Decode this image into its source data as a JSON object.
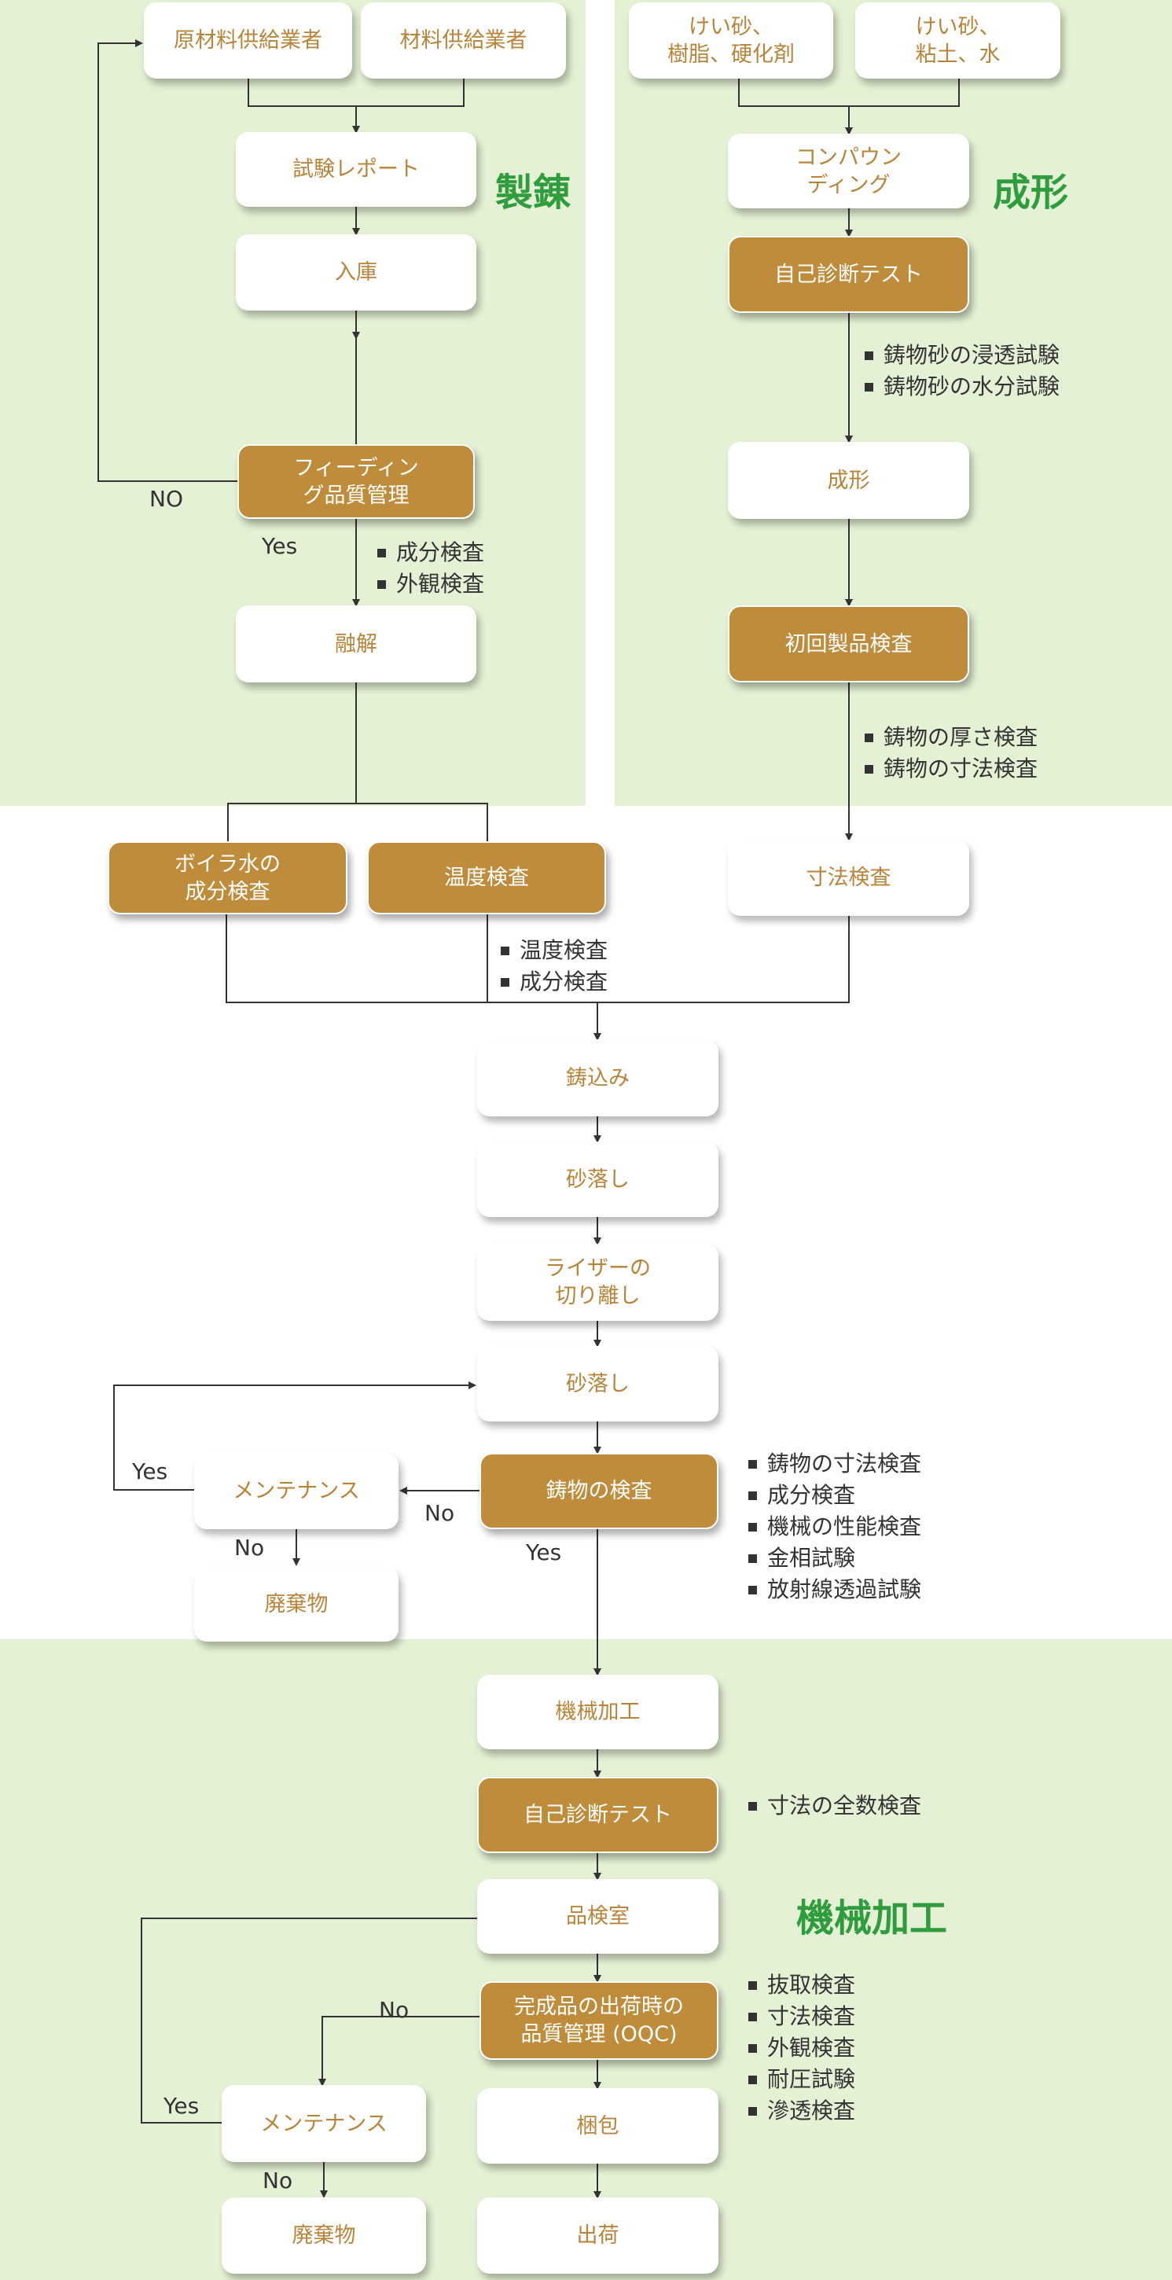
{
  "sections": {
    "melting": "製錬",
    "molding": "成形",
    "machining": "機械加工"
  },
  "boxes": {
    "raw_supplier": "原材料供給業者",
    "material_supplier": "材料供給業者",
    "silica_resin": "けい砂、\n樹脂、硬化剤",
    "silica_clay": "けい砂、\n粘土、水",
    "test_report": "試験レポート",
    "compounding": "コンパウン\nディング",
    "receiving": "入庫",
    "self_test_1": "自己診断テスト",
    "feeding_qc": "フィーディン\nグ品質管理",
    "molding": "成形",
    "melting": "融解",
    "first_article": "初回製品検査",
    "boiler_water": "ボイラ水の\n成分検査",
    "temp_check": "温度検査",
    "dimension_check": "寸法検査",
    "pouring": "鋳込み",
    "shakeout_1": "砂落し",
    "riser_cut": "ライザーの\n切り離し",
    "shakeout_2": "砂落し",
    "maintenance_1": "メンテナンス",
    "casting_inspection": "鋳物の検査",
    "scrap_1": "廃棄物",
    "machining": "機械加工",
    "self_test_2": "自己診断テスト",
    "qc_room": "品検室",
    "oqc": "完成品の出荷時の\n品質管理 (OQC)",
    "maintenance_2": "メンテナンス",
    "packing": "梱包",
    "scrap_2": "廃棄物",
    "shipping": "出荷"
  },
  "bullets": {
    "sand_tests": [
      "鋳物砂の浸透試験",
      "鋳物砂の水分試験"
    ],
    "feeding_tests": [
      "成分検査",
      "外観検査"
    ],
    "first_article_tests": [
      "鋳物の厚さ検査",
      "鋳物の寸法検査"
    ],
    "melt_tests": [
      "温度検査",
      "成分検査"
    ],
    "casting_tests": [
      "鋳物の寸法検査",
      "成分検査",
      "機械の性能検査",
      "金相試験",
      "放射線透過試験"
    ],
    "machining_tests": [
      "寸法の全数検査"
    ],
    "oqc_tests": [
      "抜取検査",
      "寸法検査",
      "外観検査",
      "耐圧試験",
      "滲透検査"
    ]
  },
  "labels": {
    "feeding_no": "NO",
    "feeding_yes": "Yes",
    "casting_yes_loop": "Yes",
    "casting_no": "No",
    "maint1_no": "No",
    "casting_yes": "Yes",
    "oqc_no": "No",
    "maint2_yes": "Yes",
    "maint2_no": "No"
  },
  "colors": {
    "green_bg": "#e4f1d4",
    "orange": "#bf8c3c",
    "text_orange": "#b8843a",
    "section_green": "#2f9c3e"
  }
}
